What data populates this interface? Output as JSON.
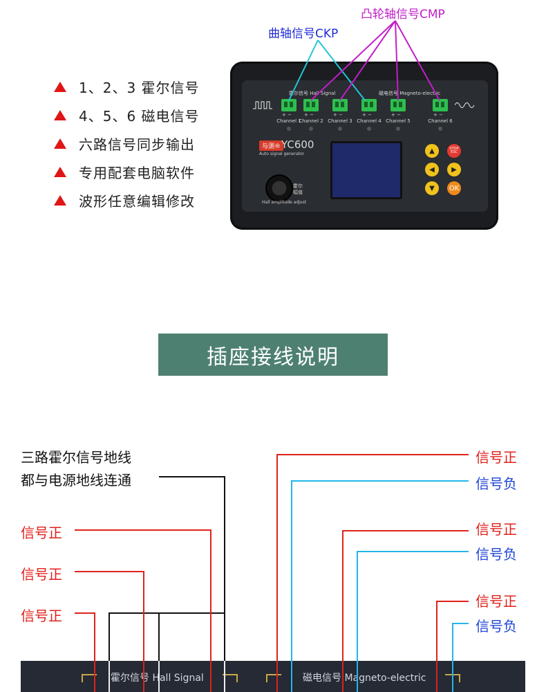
{
  "features": [
    "1、2、3 霍尔信号",
    "4、5、6 磁电信号",
    "六路信号同步输出",
    "专用配套电脑软件",
    "波形任意编辑修改"
  ],
  "callouts": {
    "ckp": "曲轴信号CKP",
    "cmp": "凸轮轴信号CMP"
  },
  "device": {
    "group_hall": "霍尔信号  Hall Signal",
    "group_magneto": "磁电信号  Magneto-electric",
    "pins": "+ −",
    "channels": [
      "Channel 1",
      "Channel 2",
      "Channel 3",
      "Channel 4",
      "Channel 5",
      "Channel 6"
    ],
    "brand": "与测®",
    "model": "YC600",
    "model_sub": "Auto signal generator",
    "knob_label": "Hall amplitude adjust",
    "knob_cn": "霍尔幅值",
    "btn_stop": "STOP ESC",
    "btn_ok": "OK",
    "btn_up": "▲",
    "btn_down": "▼",
    "btn_left": "◀",
    "btn_right": "▶"
  },
  "section_title": "插座接线说明",
  "wiring": {
    "ground_note_1": "三路霍尔信号地线",
    "ground_note_2": "都与电源地线连通",
    "left_labels": [
      "信号正",
      "信号正",
      "信号正"
    ],
    "right_labels": [
      "信号正",
      "信号负",
      "信号正",
      "信号负",
      "信号正",
      "信号负"
    ],
    "bar_hall": "霍尔信号  Hall Signal",
    "bar_magneto": "磁电信号  Magneto-electric"
  },
  "colors": {
    "red": "#e0211b",
    "blue": "#1f45d6",
    "cyan": "#22b6e8",
    "magenta": "#c21ec8",
    "title_bg": "#4e8071"
  }
}
